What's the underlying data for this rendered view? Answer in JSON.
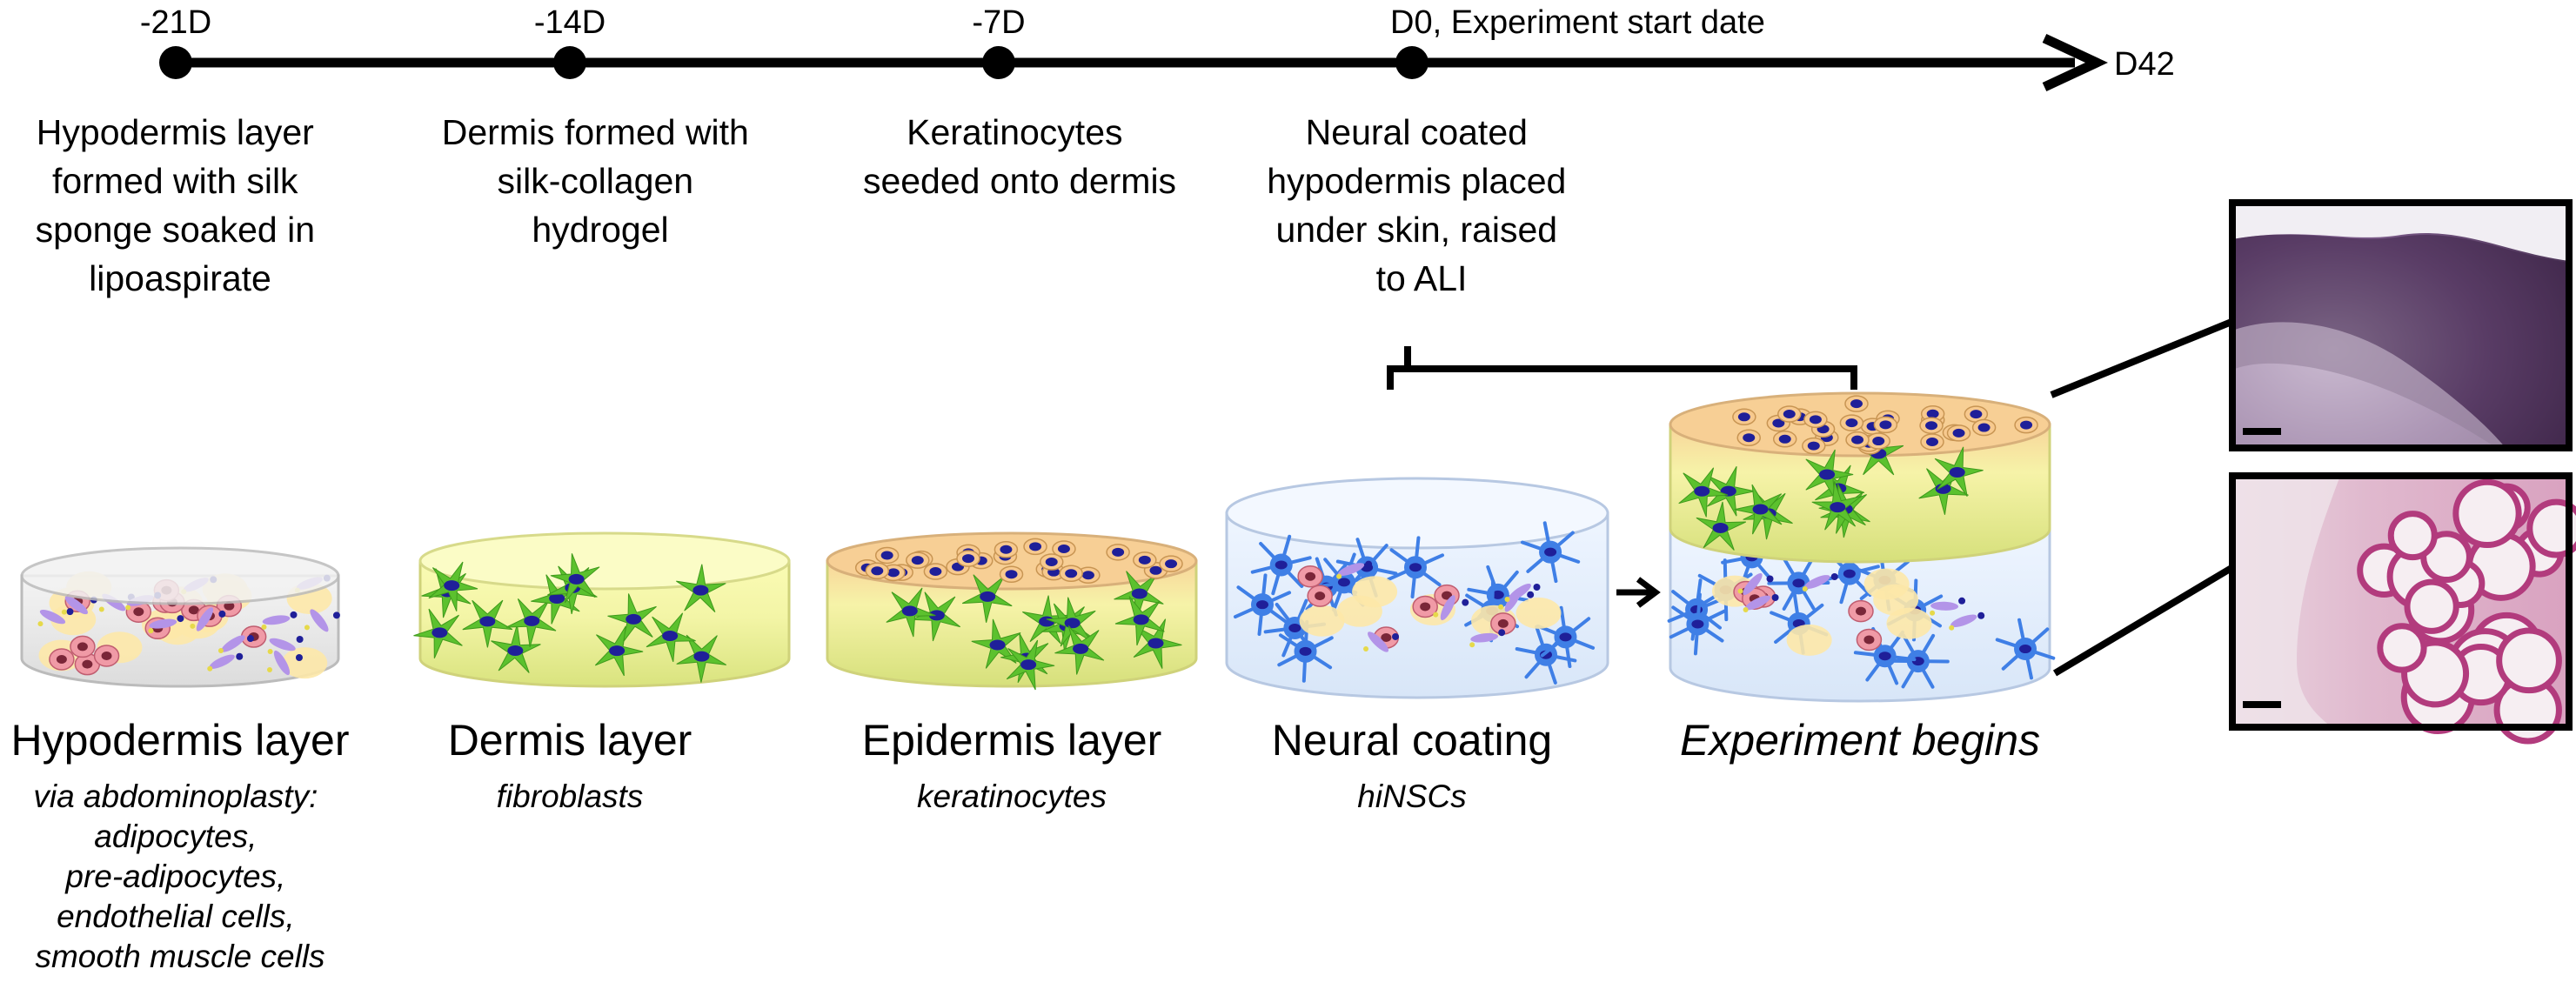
{
  "timeline": {
    "ticks": [
      {
        "label": "-21D"
      },
      {
        "label": "-14D"
      },
      {
        "label": "-7D"
      },
      {
        "label": "D0, Experiment start date"
      }
    ],
    "end_label": "D42"
  },
  "steps": [
    {
      "lines": [
        "Hypodermis layer",
        "formed with silk",
        "sponge soaked in",
        "lipoaspirate"
      ]
    },
    {
      "lines": [
        "Dermis formed with",
        "silk-collagen",
        "hydrogel"
      ]
    },
    {
      "lines": [
        "Keratinocytes",
        "seeded  onto dermis"
      ]
    },
    {
      "lines": [
        "Neural coated",
        "hypodermis placed",
        "under skin, raised",
        "to ALI"
      ]
    }
  ],
  "layers": [
    {
      "title": "Hypodermis layer",
      "sub": [
        "via abdominoplasty:",
        "adipocytes,",
        "pre-adipocytes,",
        "endothelial cells,",
        "smooth muscle cells"
      ]
    },
    {
      "title": "Dermis layer",
      "sub": [
        "fibroblasts"
      ]
    },
    {
      "title": "Epidermis layer",
      "sub": [
        "keratinocytes"
      ]
    },
    {
      "title": "Neural coating",
      "sub": [
        "hiNSCs"
      ]
    },
    {
      "title": "Experiment begins",
      "sub": []
    }
  ],
  "colors": {
    "adipose_fill": "#fde8a8",
    "dermis_top": "#fafbb4",
    "dermis_mid": "#e7ee8e",
    "fibroblast": "#5cc12e",
    "nucleus": "#1f1f99",
    "keratinocyte": "#f7c98e",
    "neuron": "#3f7fe6",
    "neural_cyl": "#e8f1fc",
    "adipocyte": "#f09aa6",
    "histo_top": "#6e4f7d",
    "histo_bottom": "#c86c9f"
  }
}
